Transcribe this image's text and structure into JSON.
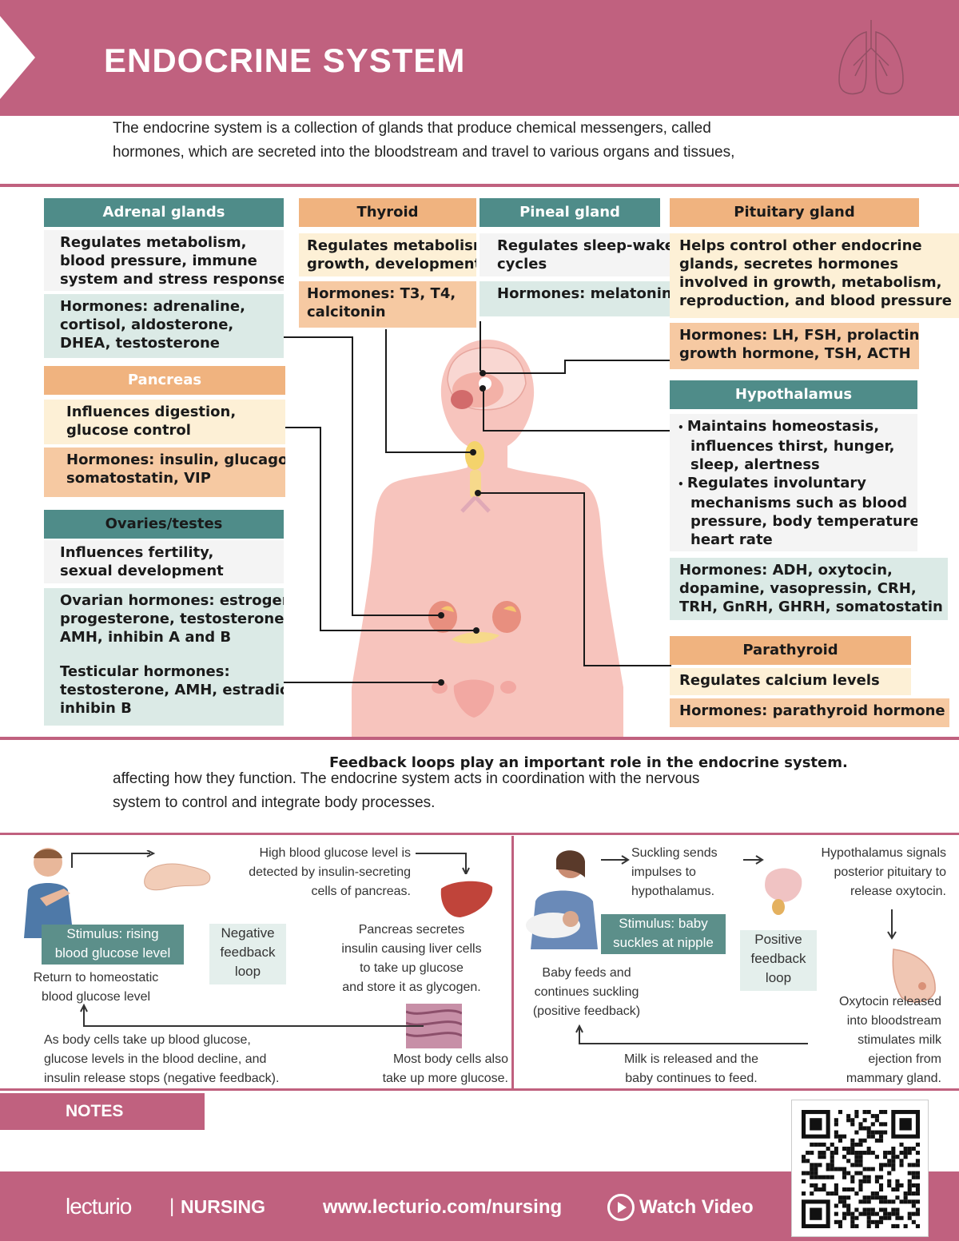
{
  "header": {
    "title": "ENDOCRINE SYSTEM",
    "icon": "lungs-icon"
  },
  "intro": {
    "line1": "The endocrine system is a collection of glands that produce chemical messengers, called",
    "line2": "hormones, which are secreted into the bloodstream and travel to various organs and tissues,",
    "heading": "Feedback loops play an important role in the endocrine system.",
    "line3": "affecting how they function. The endocrine system acts in coordination with the nervous",
    "line4": "system to control and integrate body processes."
  },
  "glands": {
    "adrenal": {
      "title": "Adrenal glands",
      "function": [
        "Regulates metabolism,",
        "blood pressure, immune",
        "system and stress response"
      ],
      "hormones": [
        "Hormones: adrenaline,",
        "cortisol, aldosterone,",
        "DHEA, testosterone"
      ]
    },
    "pancreas": {
      "title": "Pancreas",
      "function": [
        "Influences digestion,",
        "glucose control"
      ],
      "hormones": [
        "Hormones: insulin, glucagon,",
        "somatostatin, VIP"
      ]
    },
    "ovaries": {
      "title": "Ovaries/testes",
      "function": [
        "Influences fertility,",
        "sexual development"
      ],
      "ovarian": [
        "Ovarian hormones: estrogen,",
        "progesterone, testosterone,",
        "AMH, inhibin A and B"
      ],
      "testicular": [
        "Testicular hormones:",
        "testosterone, AMH, estradiol,",
        "inhibin B"
      ]
    },
    "thyroid": {
      "title": "Thyroid",
      "function": [
        "Regulates metabolism,",
        "growth, development"
      ],
      "hormones": [
        "Hormones: T3, T4,",
        "calcitonin"
      ]
    },
    "pineal": {
      "title": "Pineal gland",
      "function": [
        "Regulates sleep-wake",
        "cycles"
      ],
      "hormones": [
        "Hormones: melatonin"
      ]
    },
    "pituitary": {
      "title": "Pituitary gland",
      "function": [
        "Helps control other endocrine",
        "glands, secretes hormones",
        "involved in growth, metabolism,",
        "reproduction, and blood pressure"
      ],
      "hormones": [
        "Hormones: LH, FSH, prolactin,",
        "growth hormone, TSH, ACTH"
      ]
    },
    "hypothalamus": {
      "title": "Hypothalamus",
      "function": [
        "Maintains homeostasis,",
        "influences thirst, hunger,",
        "sleep, alertness",
        "Regulates involuntary",
        "mechanisms such as blood",
        "pressure, body temperature,",
        "heart rate"
      ],
      "hormones": [
        "Hormones: ADH, oxytocin,",
        "dopamine, vasopressin, CRH,",
        "TRH, GnRH, GHRH, somatostatin"
      ]
    },
    "parathyroid": {
      "title": "Parathyroid",
      "function": [
        "Regulates calcium levels"
      ],
      "hormones": [
        "Hormones: parathyroid hormone"
      ]
    }
  },
  "negative_loop": {
    "step1": [
      "High blood glucose level is",
      "detected by insulin-secreting",
      "cells of pancreas."
    ],
    "step2": [
      "Pancreas secretes",
      "insulin causing liver cells",
      "to take up glucose",
      "and store it as glycogen."
    ],
    "step3": [
      "Most body cells also",
      "take up more glucose."
    ],
    "step4": [
      "As body cells take up blood glucose,",
      "glucose levels in the blood decline, and",
      "insulin release stops (negative feedback)."
    ],
    "step5": [
      "Return to homeostatic",
      "blood glucose level"
    ],
    "stimulus": [
      "Stimulus: rising",
      "blood glucose level"
    ],
    "loop": [
      "Negative",
      "feedback",
      "loop"
    ]
  },
  "positive_loop": {
    "step1": [
      "Suckling sends",
      "impulses to",
      "hypothalamus."
    ],
    "step2": [
      "Hypothalamus signals",
      "posterior pituitary to",
      "release oxytocin."
    ],
    "step3": [
      "Oxytocin released",
      "into bloodstream",
      "stimulates milk",
      "ejection from",
      "mammary gland."
    ],
    "step4": [
      "Milk is released and the",
      "baby continues to feed."
    ],
    "step5": [
      "Baby feeds and",
      "continues suckling",
      "(positive feedback)"
    ],
    "stimulus": [
      "Stimulus: baby",
      "suckles at nipple"
    ],
    "loop": [
      "Positive",
      "feedback",
      "loop"
    ]
  },
  "footer": {
    "notes": "NOTES",
    "brand": "lecturio",
    "divider": "|",
    "section": "NURSING",
    "url": "www.lecturio.com/nursing",
    "watch": "Watch Video"
  },
  "colors": {
    "brand": "#c0617f",
    "teal": "#4f8c89",
    "orange": "#f0b37f"
  }
}
